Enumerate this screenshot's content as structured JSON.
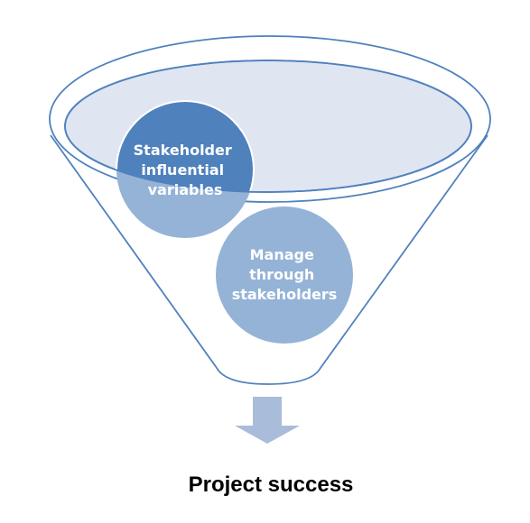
{
  "diagram": {
    "top_circle": {
      "lines": [
        "Stakeholder",
        "influential",
        "variables"
      ]
    },
    "bottom_circle": {
      "lines": [
        "Manage",
        "through",
        "stakeholders"
      ]
    },
    "caption": "Project success"
  },
  "colors": {
    "funnel_stroke": "#4f81bd",
    "funnel_fill": "#ffffff",
    "rim_fill": "#dfe5f1",
    "circle_dark": "#4f81bd",
    "circle_light": "#95b3d7",
    "arrow": "#a9bcd9",
    "caption": "#000000"
  }
}
